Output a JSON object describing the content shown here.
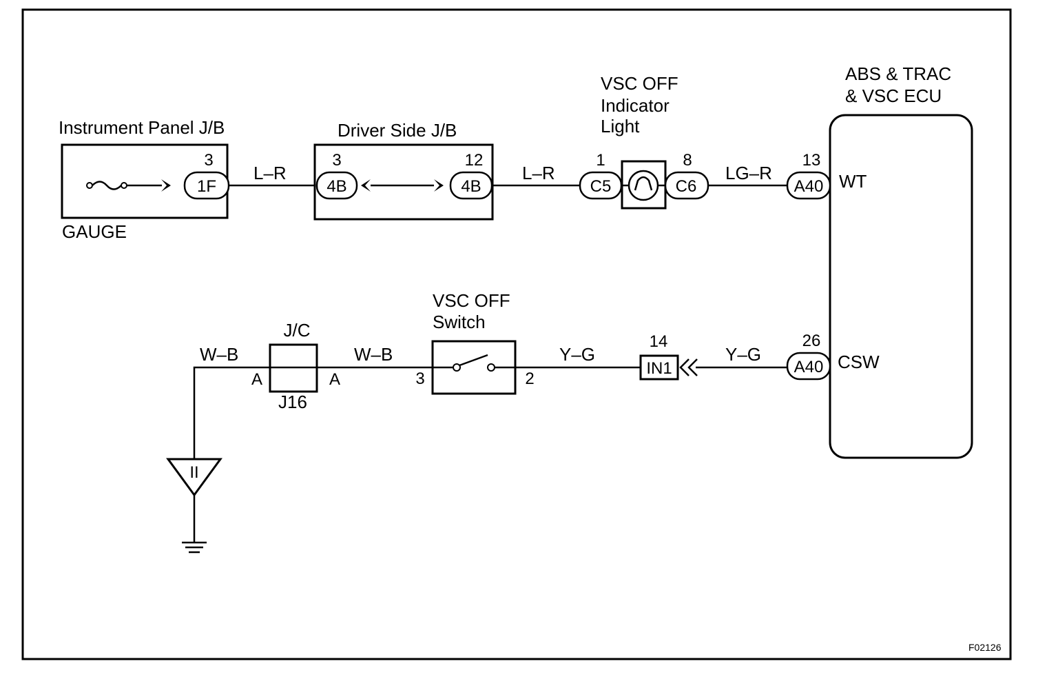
{
  "components": {
    "instrument_panel_jb": {
      "title": "Instrument Panel J/B",
      "fuse": "GAUGE",
      "pin": "3",
      "connector": "1F"
    },
    "driver_side_jb": {
      "title": "Driver Side J/B",
      "pin_in": "3",
      "connector_in": "4B",
      "pin_out": "12",
      "connector_out": "4B"
    },
    "vsc_off_indicator": {
      "title_line1": "VSC OFF",
      "title_line2": "Indicator",
      "title_line3": "Light",
      "pin_in": "1",
      "connector_in": "C5",
      "pin_out": "8",
      "connector_out": "C6"
    },
    "ecu": {
      "title_line1": "ABS & TRAC",
      "title_line2": "& VSC ECU",
      "pin_wt": "13",
      "connector_wt": "A40",
      "terminal_wt": "WT",
      "pin_csw": "26",
      "connector_csw": "A40",
      "terminal_csw": "CSW"
    },
    "vsc_off_switch": {
      "title_line1": "VSC OFF",
      "title_line2": "Switch",
      "pin_left": "3",
      "pin_right": "2"
    },
    "junction": {
      "title": "J/C",
      "code": "J16",
      "pin_left": "A",
      "pin_right": "A"
    },
    "in1": {
      "pin": "14",
      "connector": "IN1"
    },
    "ground": {
      "label": "II"
    }
  },
  "wires": {
    "w1": "L–R",
    "w2": "L–R",
    "w3": "LG–R",
    "w4": "Y–G",
    "w5": "Y–G",
    "w6": "W–B",
    "w7": "W–B"
  },
  "figure_code": "F02126"
}
